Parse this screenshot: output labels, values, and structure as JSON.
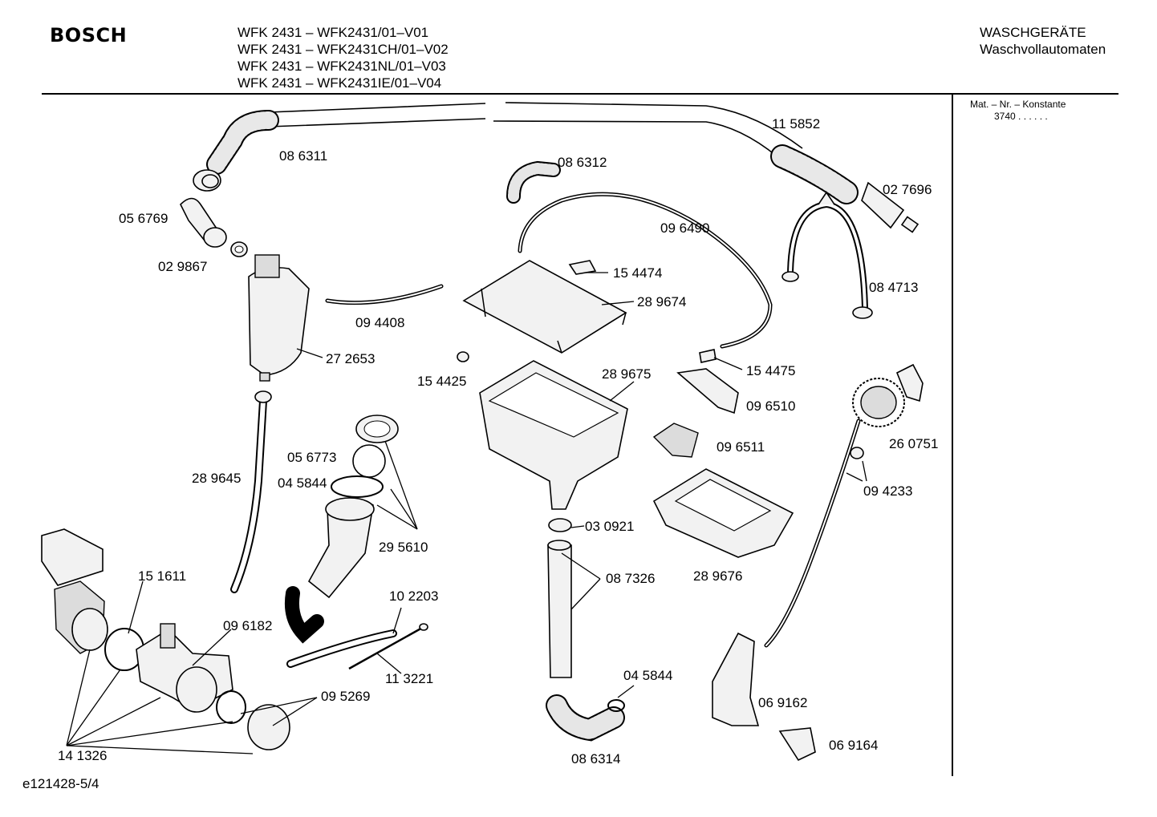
{
  "header": {
    "brand": "BOSCH",
    "models": [
      "WFK 2431 – WFK2431/01–V01",
      "WFK 2431 – WFK2431CH/01–V02",
      "WFK 2431 – WFK2431NL/01–V03",
      "WFK 2431 – WFK2431IE/01–V04"
    ],
    "category_line1": "WASCHGERÄTE",
    "category_line2": "Waschvollautomaten"
  },
  "sidebar": {
    "mat_label": "Mat. – Nr. – Konstante",
    "mat_value": "3740  .  .  .  .  .  ."
  },
  "footer": {
    "code": "e121428-5/4"
  },
  "parts": {
    "p115852": "11 5852",
    "p086311": "08 6311",
    "p086312": "08 6312",
    "p027696": "02 7696",
    "p056769": "05 6769",
    "p096490": "09 6490",
    "p029867": "02 9867",
    "p154474": "15 4474",
    "p084713": "08 4713",
    "p289674": "28 9674",
    "p094408": "09 4408",
    "p272653": "27 2653",
    "p154425": "15 4425",
    "p289675": "28 9675",
    "p154475": "15 4475",
    "p096510": "09 6510",
    "p096511": "09 6511",
    "p260751": "26 0751",
    "p056773": "05 6773",
    "p045844a": "04 5844",
    "p289645": "28 9645",
    "p094233": "09 4233",
    "p295610": "29 5610",
    "p030921": "03 0921",
    "p151611": "15 1611",
    "p289676": "28 9676",
    "p087326": "08 7326",
    "p102203": "10 2203",
    "p096182": "09 6182",
    "p113221": "11 3221",
    "p045844b": "04 5844",
    "p095269": "09 5269",
    "p069162": "06 9162",
    "p069164": "06 9164",
    "p141326": "14 1326",
    "p086314": "08 6314"
  }
}
